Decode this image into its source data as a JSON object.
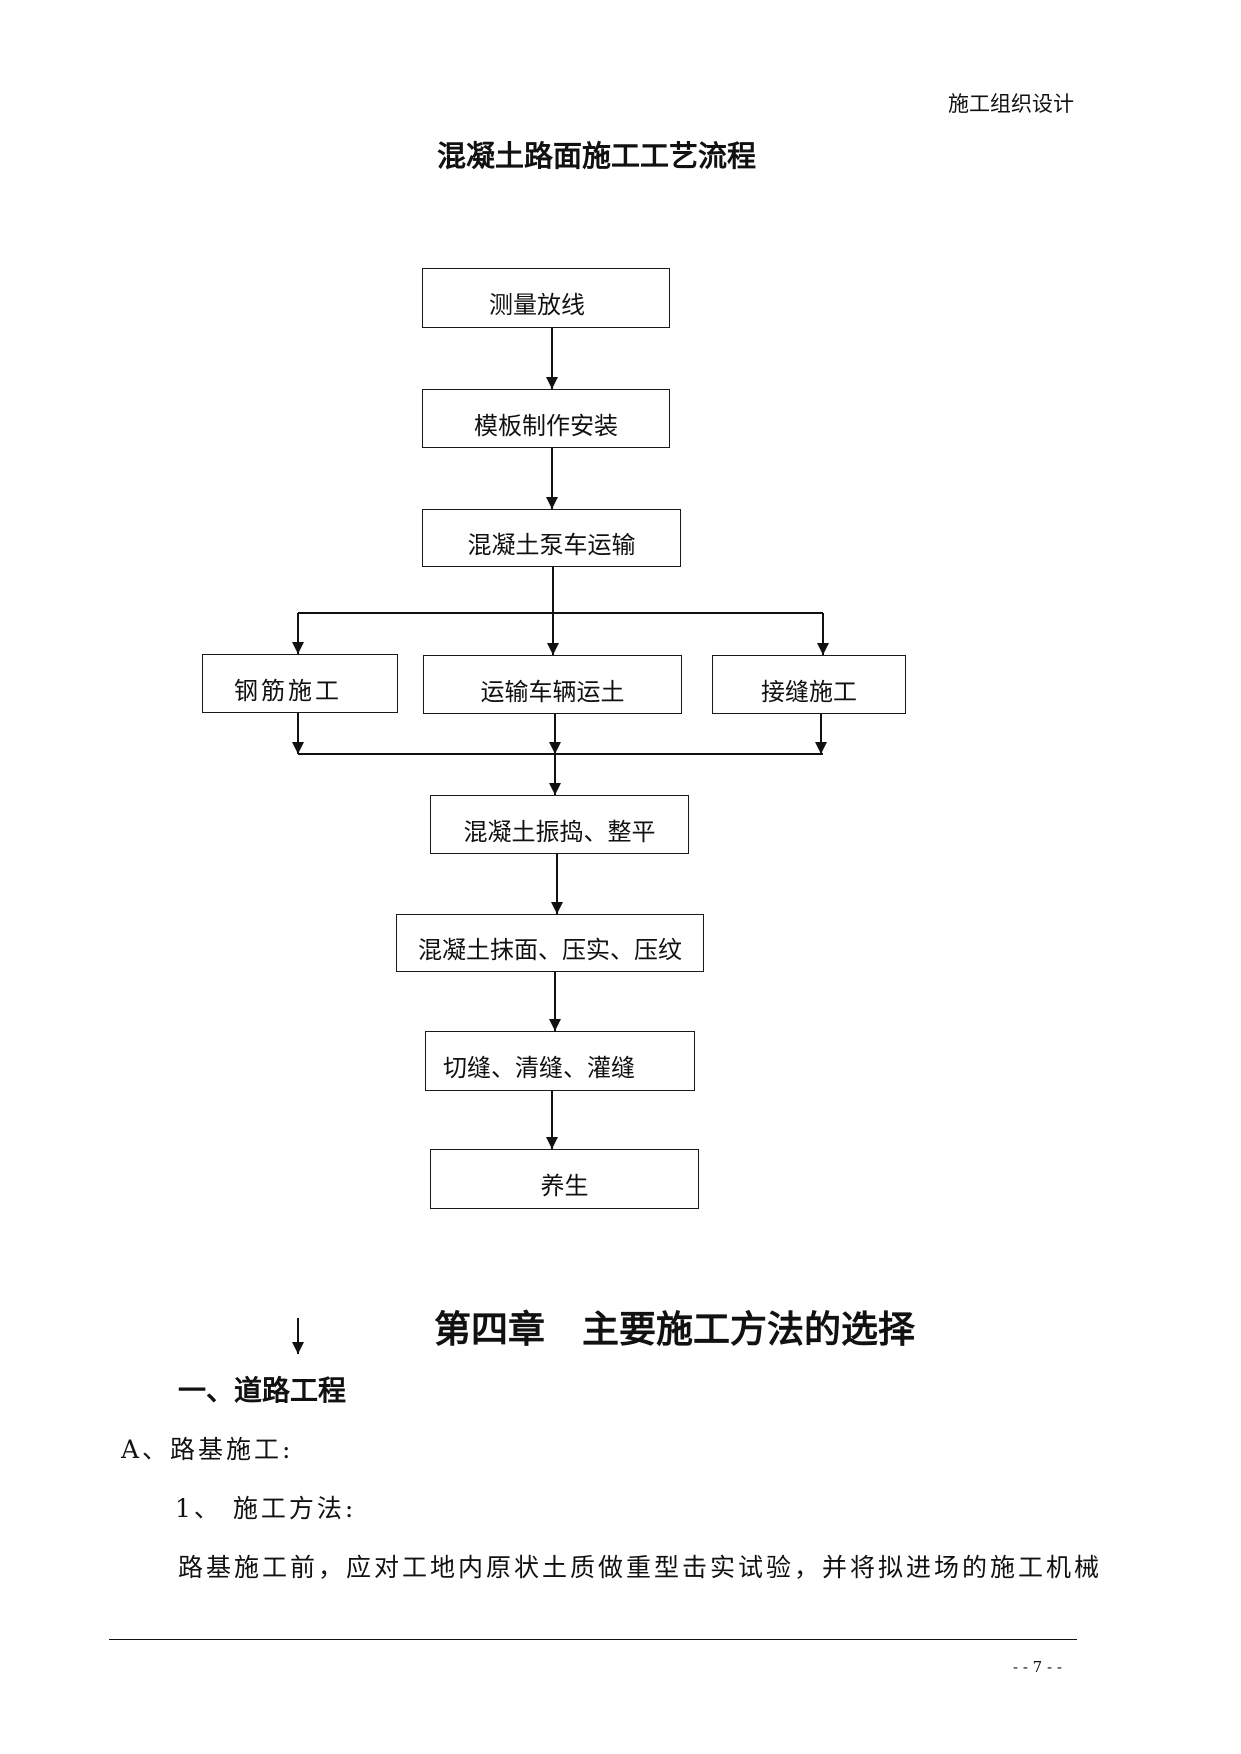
{
  "header": {
    "running_title": "施工组织设计"
  },
  "flowchart": {
    "title": "混凝土路面施工工艺流程",
    "steps": [
      "测量放线",
      "模板制作安装",
      "混凝土泵车运输",
      "钢筋施工",
      "运输车辆运土",
      "接缝施工",
      "混凝土振捣、整平",
      "混凝土抹面、压实、压纹",
      "切缝、清缝、灌缝",
      "养生"
    ]
  },
  "body": {
    "chapter_title": "第四章　主要施工方法的选择",
    "section_title": "一、道路工程",
    "subsection": "A、路基施工:",
    "item": "1、 施工方法:",
    "paragraph": "路基施工前，应对工地内原状土质做重型击实试验，并将拟进场的施工机械"
  },
  "footer": {
    "page_number": "- - 7 - -"
  }
}
